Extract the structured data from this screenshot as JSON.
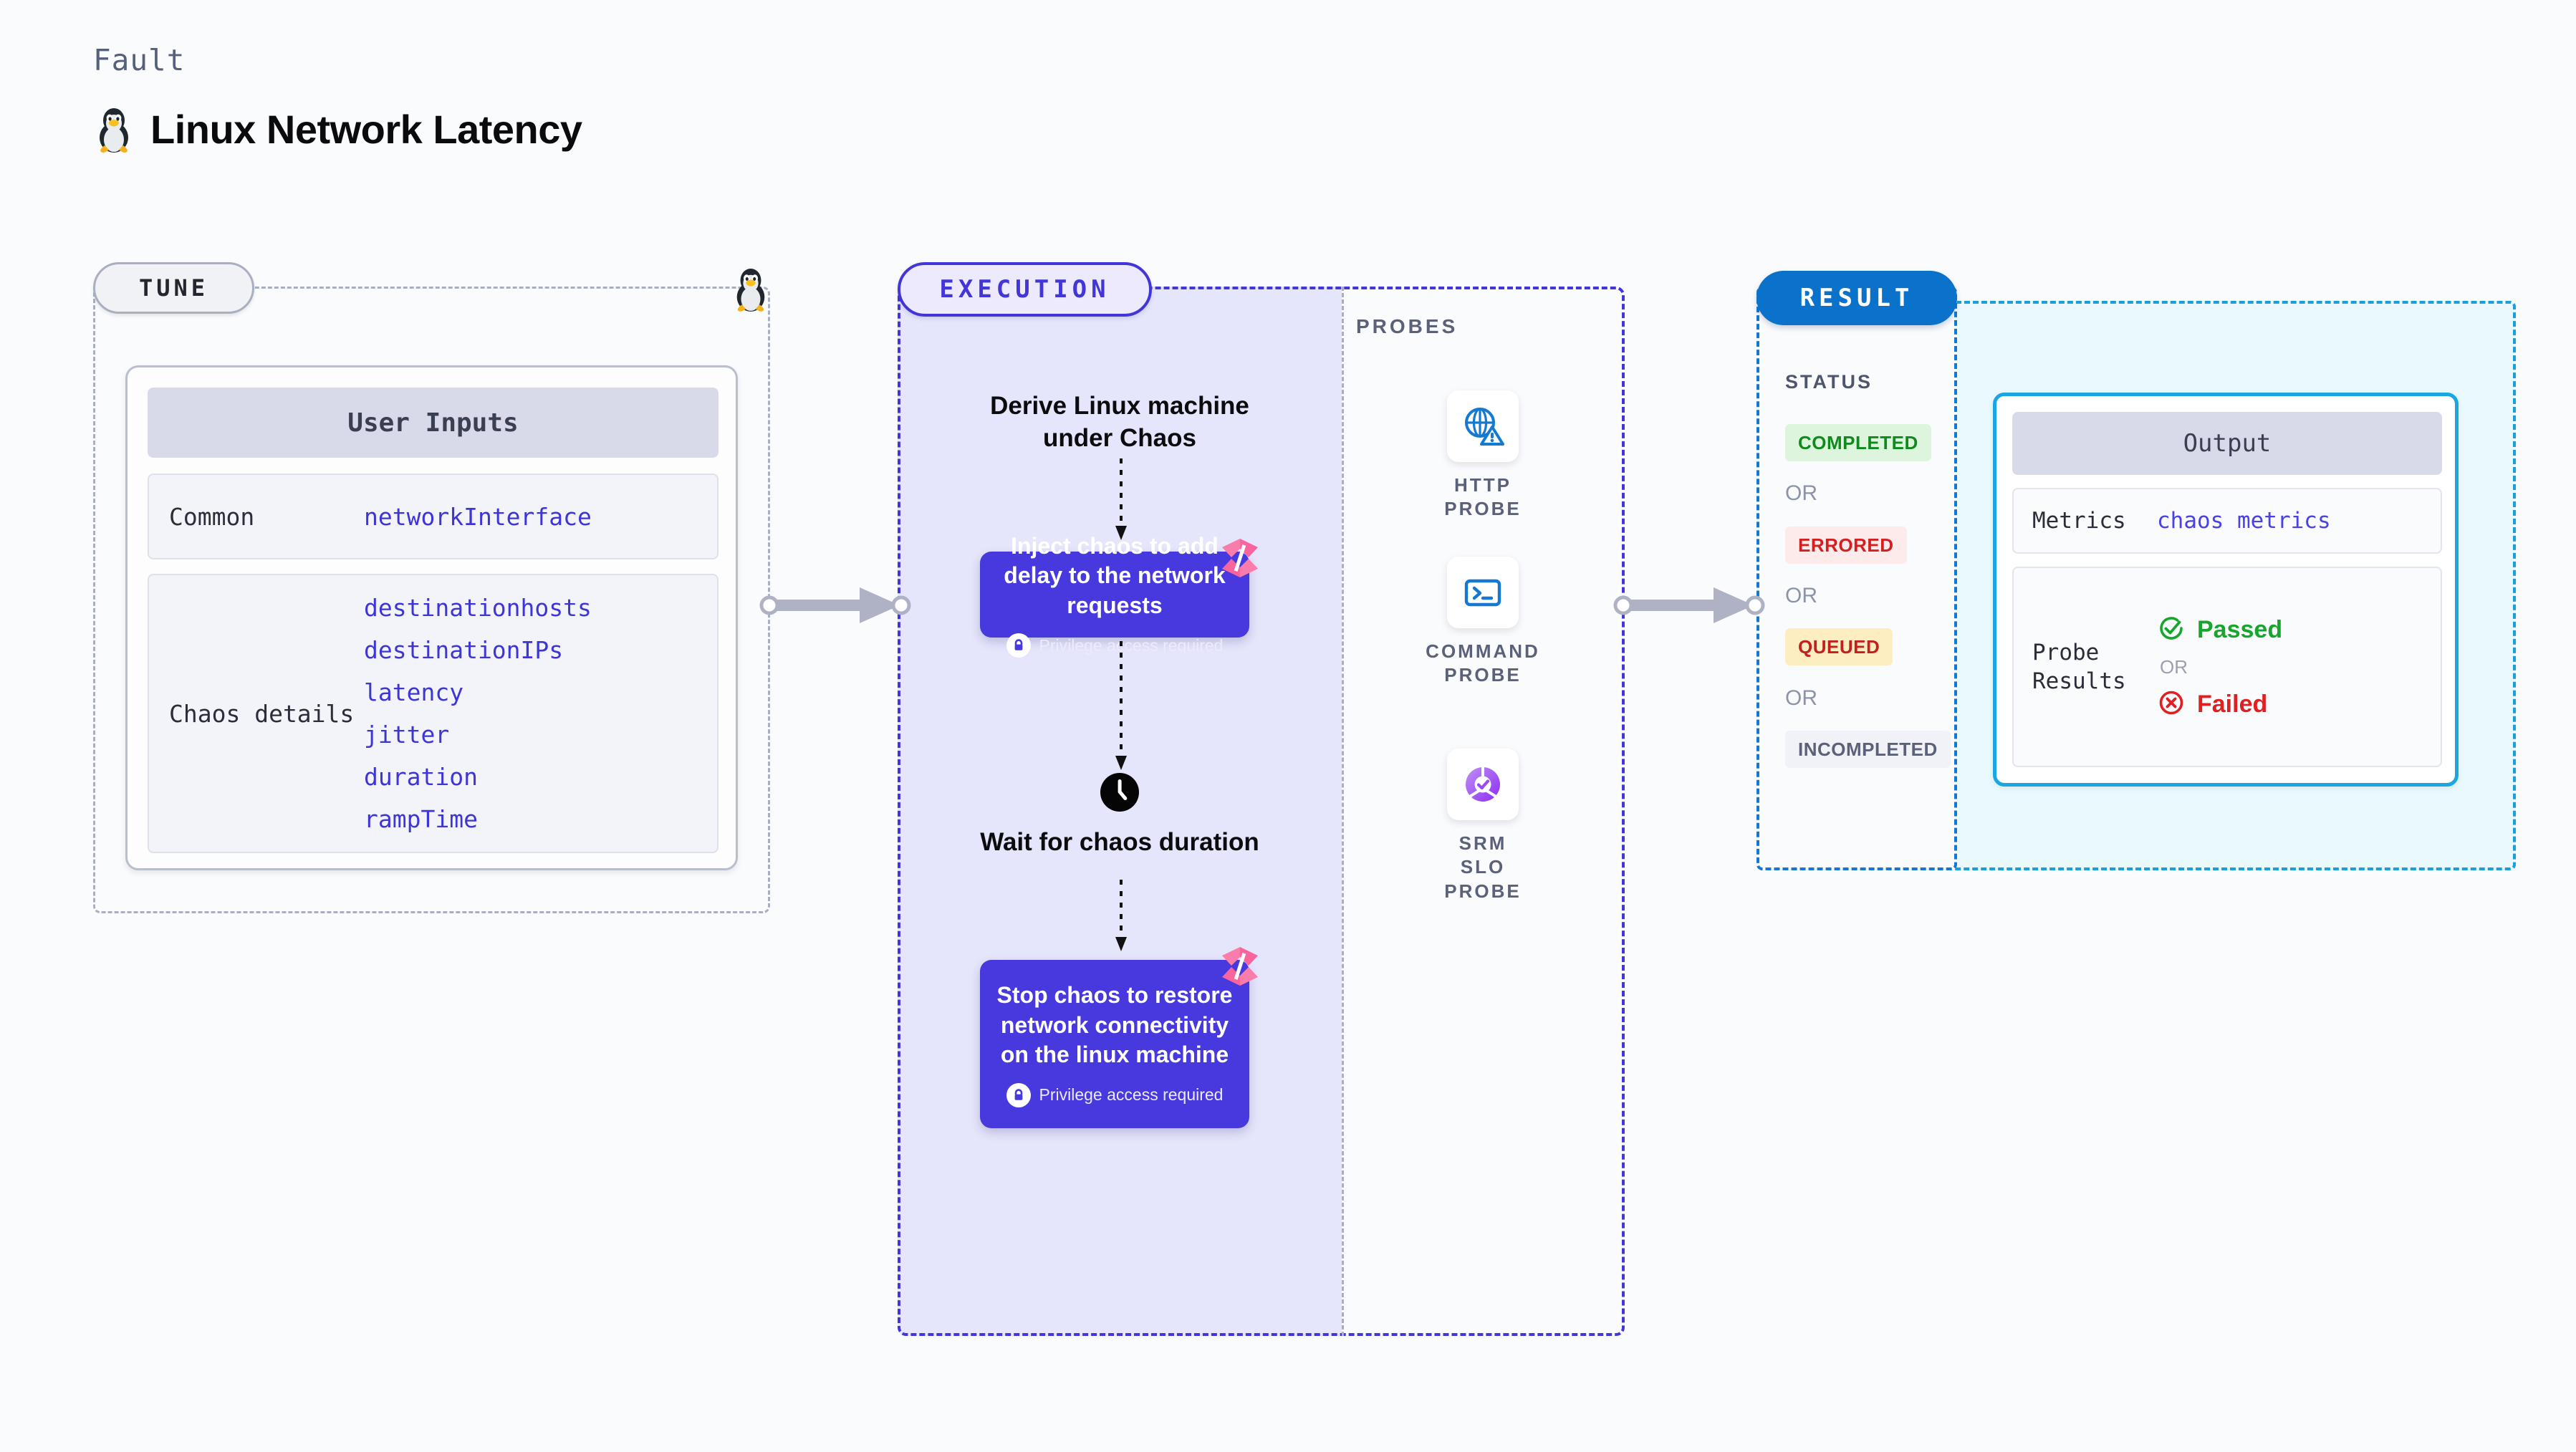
{
  "header": {
    "kicker": "Fault",
    "title": "Linux Network Latency",
    "icon": "tux-penguin-icon"
  },
  "tune": {
    "badge": "TUNE",
    "card_title": "User Inputs",
    "rows": [
      {
        "key": "Common",
        "values": [
          "networkInterface"
        ]
      },
      {
        "key": "Chaos details",
        "values": [
          "destinationhosts",
          "destinationIPs",
          "latency",
          "jitter",
          "duration",
          "rampTime"
        ]
      }
    ]
  },
  "execution": {
    "badge": "EXECUTION",
    "steps": [
      {
        "type": "text",
        "label": "Derive Linux machine under Chaos"
      },
      {
        "type": "node",
        "label": "Inject chaos to add delay to the network requests",
        "privilege": "Privilege access required"
      },
      {
        "type": "text",
        "label": "Wait for chaos duration",
        "icon": "clock-icon"
      },
      {
        "type": "node",
        "label": "Stop chaos to restore network connectivity on the linux machine",
        "privilege": "Privilege access required"
      }
    ]
  },
  "probes": {
    "label": "PROBES",
    "items": [
      {
        "name": "HTTP PROBE",
        "icon": "globe-warning-icon"
      },
      {
        "name": "COMMAND PROBE",
        "icon": "terminal-icon"
      },
      {
        "name": "SRM SLO PROBE",
        "icon": "slo-donut-check-icon"
      }
    ]
  },
  "result": {
    "badge": "RESULT",
    "status_label": "STATUS",
    "or_label": "OR",
    "statuses": [
      {
        "label": "COMPLETED",
        "bg": "#ddf5dd",
        "fg": "#0f8b1e"
      },
      {
        "label": "ERRORED",
        "bg": "#fdeaea",
        "fg": "#d31f1f"
      },
      {
        "label": "QUEUED",
        "bg": "#fdeec2",
        "fg": "#c41f1f"
      },
      {
        "label": "INCOMPLETED",
        "bg": "#f1f2f7",
        "fg": "#5a6179"
      }
    ]
  },
  "output": {
    "card_title": "Output",
    "metrics_key": "Metrics",
    "metrics_value": "chaos metrics",
    "probe_results_key": "Probe Results",
    "probe_passed": "Passed",
    "probe_failed": "Failed",
    "or_label": "OR"
  },
  "colors": {
    "purple": "#4739dd",
    "blue": "#0a72cb",
    "cyan": "#1aa7e0",
    "green": "#17a62c",
    "red": "#e02020",
    "pink": "#f9649c"
  }
}
